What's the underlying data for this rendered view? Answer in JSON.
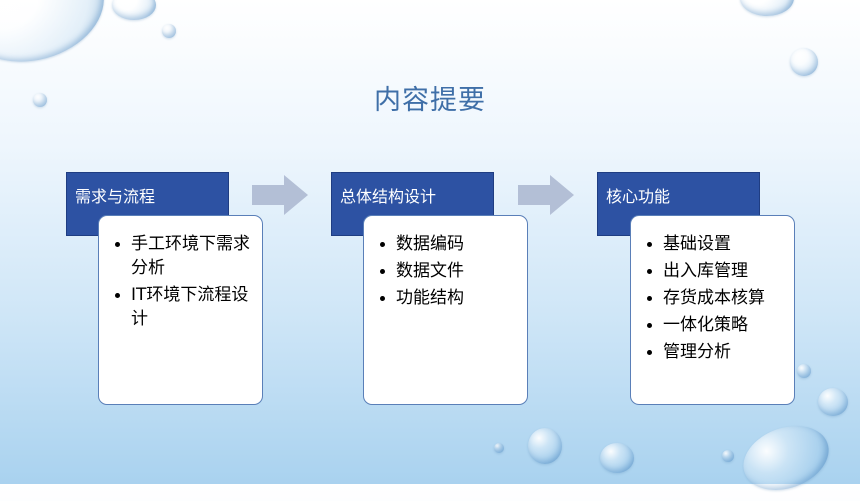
{
  "title": "内容提要",
  "columns": [
    {
      "heading": "需求与流程",
      "items": [
        "手工环境下需求分析",
        "IT环境下流程设计"
      ]
    },
    {
      "heading": "总体结构设计",
      "items": [
        "数据编码",
        "数据文件",
        "功能结构"
      ]
    },
    {
      "heading": "核心功能",
      "items": [
        "基础设置",
        "出入库管理",
        "存货成本核算",
        "一体化策略",
        "管理分析"
      ]
    }
  ],
  "colors": {
    "heading_bg": "#2d52a3",
    "title": "#3f6fa8",
    "arrow": "#b3bfd6"
  }
}
